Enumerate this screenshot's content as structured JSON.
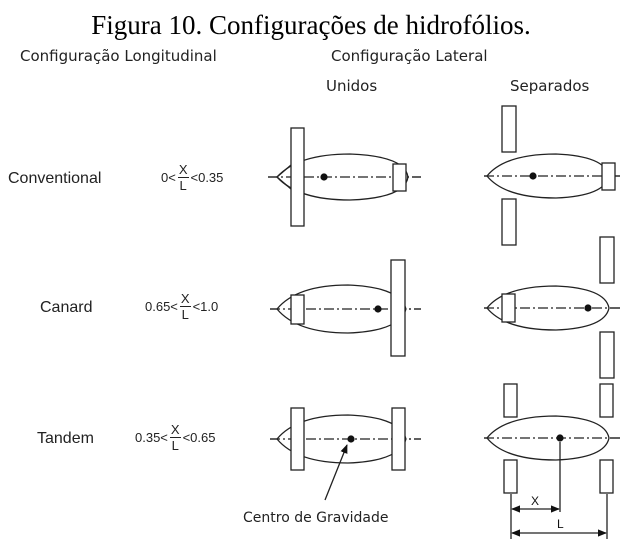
{
  "title": "Figura 10. Configurações de hidrofólios.",
  "headers": {
    "longitudinal": "Configuração Longitudinal",
    "lateral": "Configuração Lateral",
    "joined": "Unidos",
    "separated": "Separados"
  },
  "rows": [
    {
      "name": "Conventional",
      "ratio": {
        "low": "0<",
        "num": "X",
        "den": "L",
        "high": "<0.35"
      }
    },
    {
      "name": "Canard",
      "ratio": {
        "low": "0.65<",
        "num": "X",
        "den": "L",
        "high": "<1.0"
      }
    },
    {
      "name": "Tandem",
      "ratio": {
        "low": "0.35<",
        "num": "X",
        "den": "L",
        "high": "<0.65"
      }
    }
  ],
  "annotations": {
    "center_of_gravity": "Centro de Gravidade",
    "x_dim": "X",
    "l_dim": "L"
  }
}
